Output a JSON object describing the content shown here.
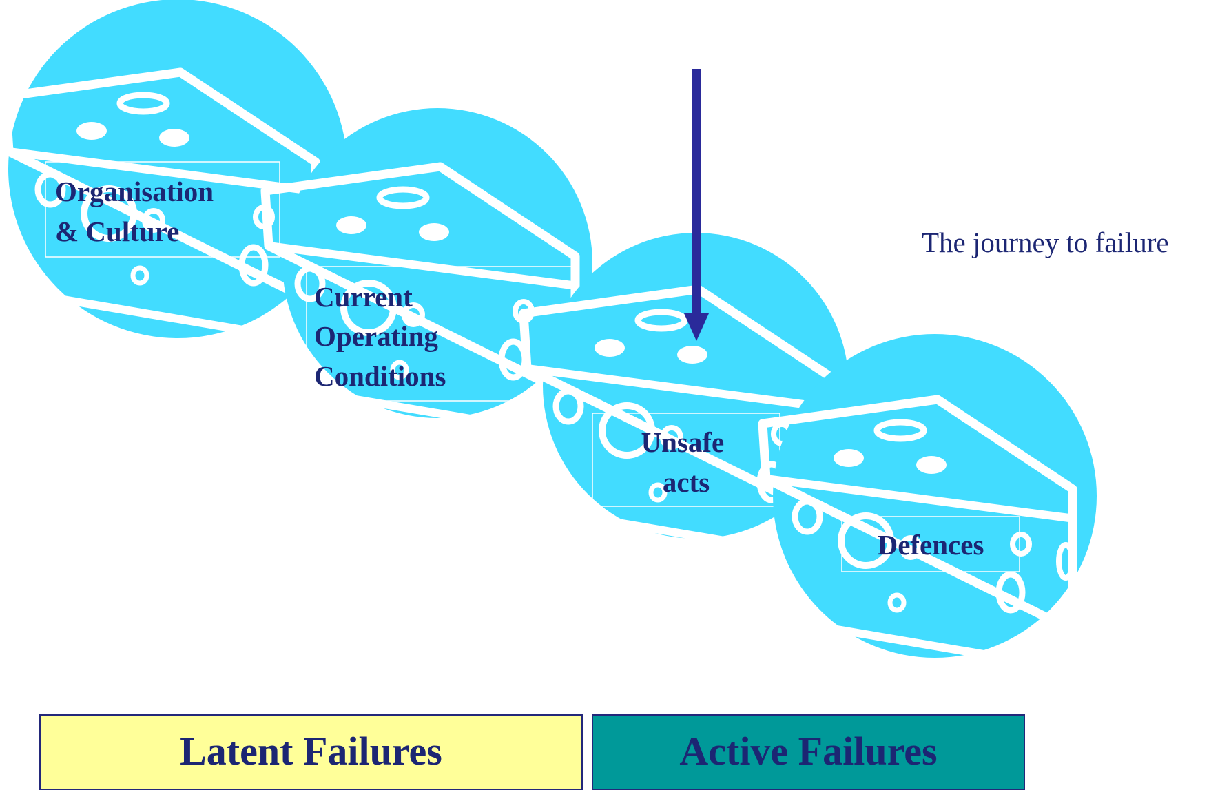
{
  "title": "The journey to failure",
  "colors": {
    "cheese": "#42dcff",
    "arrow": "#2a2a9a",
    "text": "#1c2673",
    "latent_bg": "#ffff99",
    "active_bg": "#009999"
  },
  "slices": [
    {
      "name": "organisation-culture",
      "lines": [
        "Organisation",
        "& Culture"
      ]
    },
    {
      "name": "current-operating-conditions",
      "lines": [
        "Current",
        "Operating",
        "Conditions"
      ]
    },
    {
      "name": "unsafe-acts",
      "lines": [
        "Unsafe",
        "acts"
      ]
    },
    {
      "name": "defences",
      "lines": [
        "Defences"
      ]
    }
  ],
  "bands": {
    "latent": "Latent Failures",
    "active": "Active Failures"
  }
}
